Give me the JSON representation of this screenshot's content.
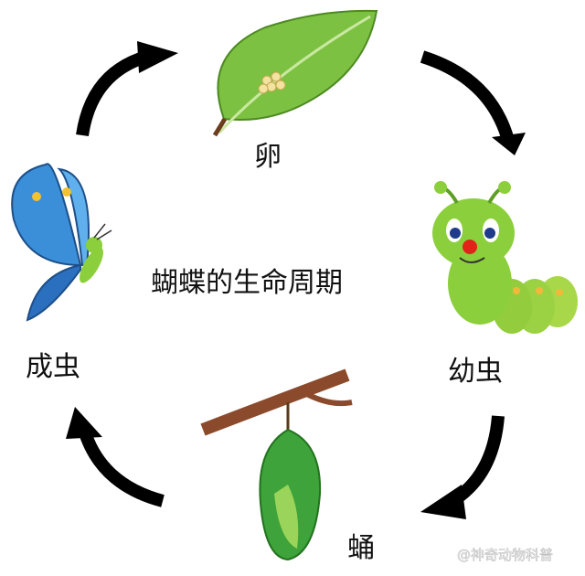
{
  "title": "蝴蝶的生命周期",
  "stages": {
    "egg": "卵",
    "larva": "幼虫",
    "pupa": "蛹",
    "adult": "成虫"
  },
  "watermark": "@神奇动物科普",
  "colors": {
    "leaf": "#7cc142",
    "caterpillar": "#8ccf3c",
    "chrysalis": "#3da33a",
    "butterfly": "#3b8fd9",
    "arrow": "#000000"
  }
}
